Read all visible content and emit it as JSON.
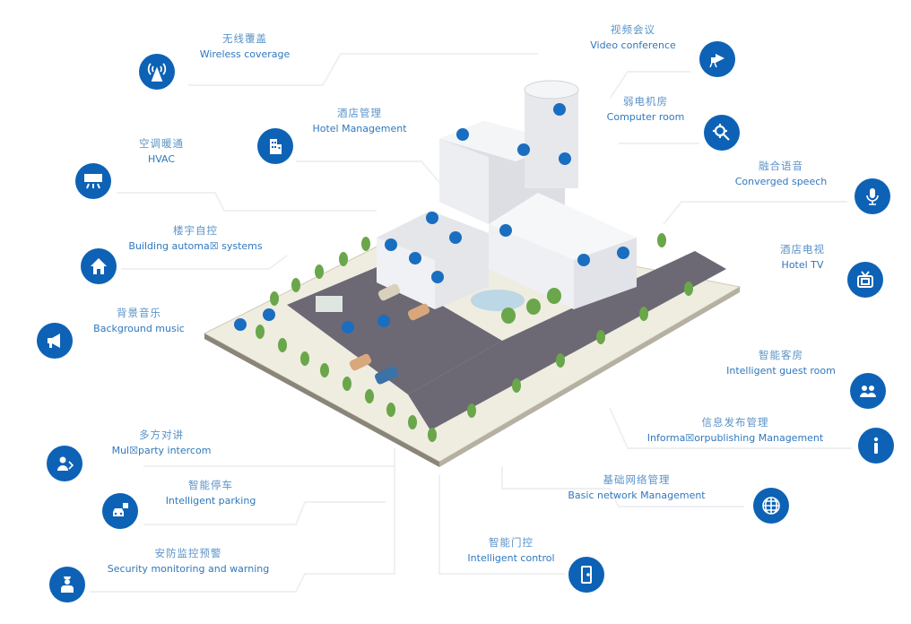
{
  "colors": {
    "icon_blue": "#0d62b5",
    "label_blue": "#2f78bd",
    "road": "#6c6874",
    "ground": "#efece0",
    "building": "#e4e6ea"
  },
  "features": [
    {
      "id": "wireless",
      "zh": "无线覆盖",
      "en": "Wireless coverage",
      "icon": "wifi-antenna-icon"
    },
    {
      "id": "hotel-management",
      "zh": "酒店管理",
      "en": "Hotel Management",
      "icon": "building-icon"
    },
    {
      "id": "hvac",
      "zh": "空调暖通",
      "en": "HVAC",
      "icon": "air-conditioner-icon"
    },
    {
      "id": "building-automation",
      "zh": "楼宇自控",
      "en": "Building automa☒ systems",
      "icon": "house-icon"
    },
    {
      "id": "background-music",
      "zh": "背景音乐",
      "en": "Background music",
      "icon": "megaphone-icon"
    },
    {
      "id": "video-conference",
      "zh": "视频会议",
      "en": "Video conference",
      "icon": "video-camera-icon"
    },
    {
      "id": "computer-room",
      "zh": "弱电机房",
      "en": "Computer room",
      "icon": "gear-wrench-icon"
    },
    {
      "id": "converged-speech",
      "zh": "融合语音",
      "en": "Converged speech",
      "icon": "microphone-icon"
    },
    {
      "id": "hotel-tv",
      "zh": "酒店电视",
      "en": "Hotel TV",
      "icon": "tv-icon"
    },
    {
      "id": "guest-room",
      "zh": "智能客房",
      "en": "Intelligent guest room",
      "icon": "guests-icon"
    },
    {
      "id": "info-publishing",
      "zh": "信息发布管理",
      "en": "Informa☒orpublishing Management",
      "icon": "info-icon"
    },
    {
      "id": "basic-network",
      "zh": "基础网络管理",
      "en": "Basic network Management",
      "icon": "globe-network-icon"
    },
    {
      "id": "intelligent-control",
      "zh": "智能门控",
      "en": "Intelligent control",
      "icon": "door-icon"
    },
    {
      "id": "intercom",
      "zh": "多方对讲",
      "en": "Mul☒party intercom",
      "icon": "intercom-icon"
    },
    {
      "id": "parking",
      "zh": "智能停车",
      "en": "Intelligent parking",
      "icon": "car-parking-icon"
    },
    {
      "id": "security",
      "zh": "安防监控预警",
      "en": "Security monitoring and warning",
      "icon": "security-guard-icon"
    }
  ]
}
